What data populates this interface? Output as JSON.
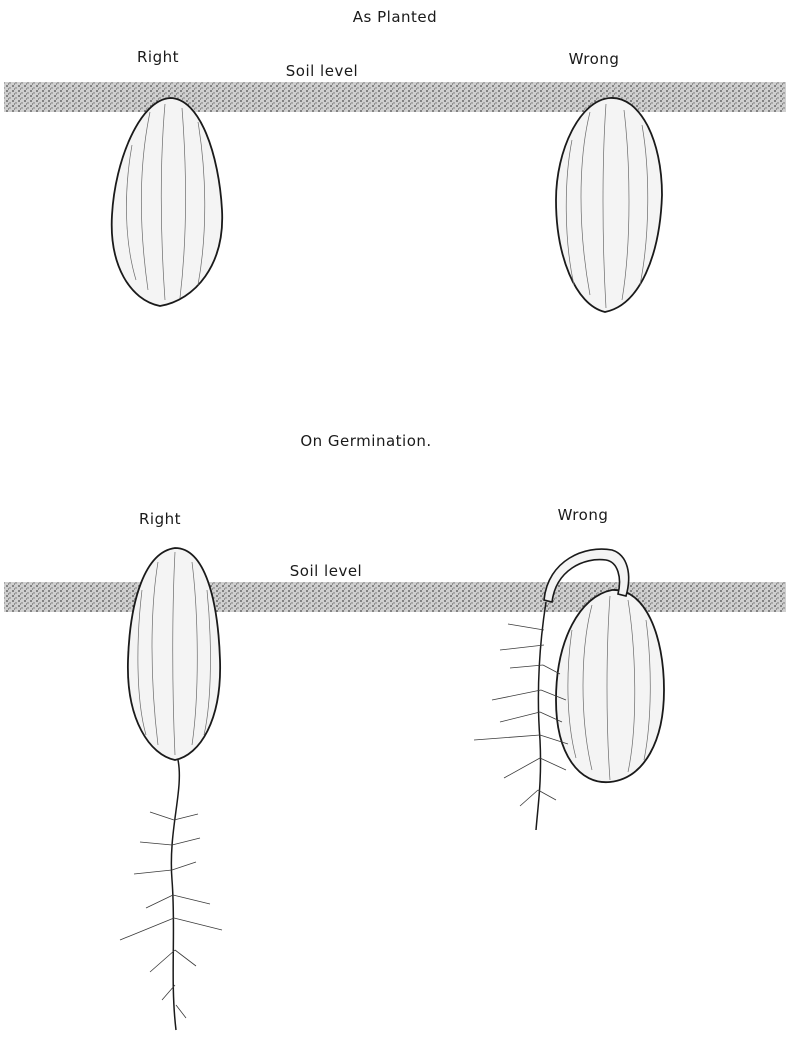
{
  "panels": {
    "as_planted": {
      "title": "As Planted",
      "right_label": "Right",
      "wrong_label": "Wrong",
      "soil_label": "Soil level"
    },
    "on_germination": {
      "title": "On Germination.",
      "right_label": "Right",
      "wrong_label": "Wrong",
      "soil_label": "Soil level"
    }
  },
  "colors": {
    "ink": "#1a1a1a",
    "soil": "#9a9a9a",
    "background": "#ffffff"
  }
}
